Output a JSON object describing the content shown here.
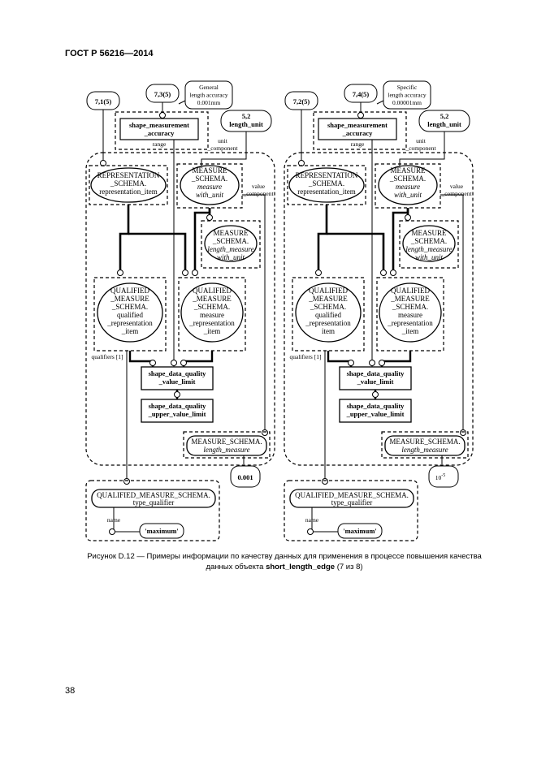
{
  "header": {
    "title": "ГОСТ Р 56216—2014"
  },
  "footer": {
    "page_number": "38"
  },
  "caption": {
    "prefix": "Рисунок D.12 — Примеры информации по качеству данных для применения в процессе повышения качества",
    "line2_prefix": "данных объекта",
    "entity": "short_length_edge",
    "suffix": "(7 из 8)"
  },
  "left": {
    "ref_a": "7,1(5)",
    "ref_b": "7,3(5)",
    "callout": [
      "General",
      "length accuracy",
      "0.001mm"
    ],
    "ref_unit": [
      "5,2",
      "length_unit"
    ],
    "sma": [
      "shape_measurement",
      "_accuracy"
    ],
    "range": "range",
    "unit_comp": [
      "unit",
      "_component"
    ],
    "value_comp": [
      "value",
      "_component"
    ],
    "rep": [
      "REPRESENTATION",
      "_SCHEMA.",
      "representation_item"
    ],
    "mwu": [
      "MEASURE",
      "_SCHEMA.",
      "measure",
      "with_unit"
    ],
    "lmwu": [
      "MEASURE",
      "_SCHEMA.",
      "length_measure",
      "with_unit"
    ],
    "qrep": [
      "QUALIFIED",
      "_MEASURE",
      "_SCHEMA.",
      "qualified",
      "_representation",
      "_item"
    ],
    "mrep": [
      "QUALIFIED",
      "_MEASURE",
      "_SCHEMA.",
      "measure",
      "_representation",
      "_item"
    ],
    "qualifiers": "qualifiers [1]",
    "sdq": [
      "shape_data_quality",
      "_value_limit"
    ],
    "sdqu": [
      "shape_data_quality",
      "_upper_value_limit"
    ],
    "lm": [
      "MEASURE_SCHEMA.",
      "length_measure"
    ],
    "val": "0.001",
    "tq": [
      "QUALIFIED_MEASURE_SCHEMA.",
      "type_qualifier"
    ],
    "name": "name",
    "maximum": "'maximum'"
  },
  "right": {
    "ref_a": "7,2(5)",
    "ref_b": "7,4(5)",
    "callout": [
      "Specific",
      "length accuracy",
      "0.00001mm"
    ],
    "ref_unit": [
      "5,2",
      "length_unit"
    ],
    "sma": [
      "shape_measurement",
      "_accuracy"
    ],
    "range": "range",
    "unit_comp": [
      "unit",
      "_component"
    ],
    "value_comp": [
      "value",
      "_component"
    ],
    "rep": [
      "REPRESENTATION",
      "_SCHEMA.",
      "representation_item"
    ],
    "mwu": [
      "MEASURE",
      "_SCHEMA.",
      "measure",
      "with_unit"
    ],
    "lmwu": [
      "MEASURE",
      "_SCHEMA.",
      "length_measure",
      "with_unit"
    ],
    "qrep": [
      "QUALIFIED",
      "_MEASURE",
      "_SCHEMA.",
      "qualified",
      "_representation",
      "item"
    ],
    "mrep": [
      "QUALIFIED",
      "_MEASURE",
      "_SCHEMA.",
      "measure",
      "_representation",
      "_item"
    ],
    "qualifiers": "qualifiers [1]",
    "sdq": [
      "shape_data_quality",
      "_value_limit"
    ],
    "sdqu": [
      "shape_data_quality",
      "_upper_value_limit"
    ],
    "lm": [
      "MEASURE_SCHEMA.",
      "length_measure"
    ],
    "val_base": "10",
    "val_exp": "-5",
    "tq": [
      "QUALIFIED_MEASURE_SCHEMA.",
      "type_qualifier"
    ],
    "name": "name",
    "maximum": "'maximum'"
  }
}
